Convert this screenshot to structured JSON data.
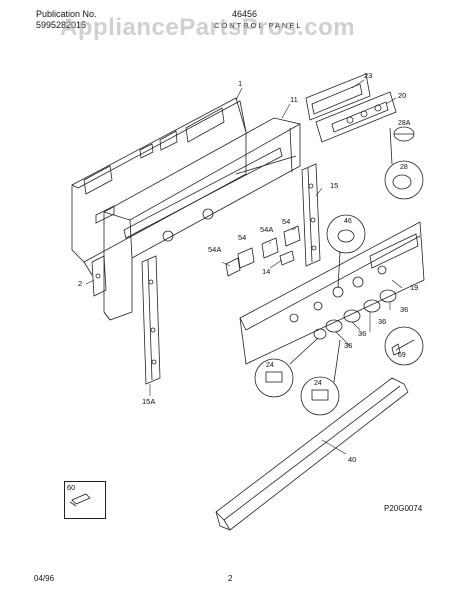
{
  "header": {
    "publication_label": "Publication No.",
    "publication_number": "5995282015",
    "model": "46456",
    "subtitle": "CONTROL PANEL"
  },
  "watermark": "AppliancePartsPros.com",
  "parts": [
    {
      "id": "1",
      "name": "part-1"
    },
    {
      "id": "11",
      "name": "part-11"
    },
    {
      "id": "23",
      "name": "part-23"
    },
    {
      "id": "20",
      "name": "part-20"
    },
    {
      "id": "28A",
      "name": "part-28a"
    },
    {
      "id": "28",
      "name": "part-28"
    },
    {
      "id": "15",
      "name": "part-15"
    },
    {
      "id": "46",
      "name": "part-46"
    },
    {
      "id": "54",
      "name": "part-54"
    },
    {
      "id": "54A",
      "name": "part-54a-upper"
    },
    {
      "id": "54",
      "name": "part-54-lower"
    },
    {
      "id": "54A",
      "name": "part-54a-lower"
    },
    {
      "id": "14",
      "name": "part-14"
    },
    {
      "id": "2",
      "name": "part-2"
    },
    {
      "id": "19",
      "name": "part-19"
    },
    {
      "id": "36",
      "name": "part-36-a"
    },
    {
      "id": "36",
      "name": "part-36-b"
    },
    {
      "id": "36",
      "name": "part-36-c"
    },
    {
      "id": "36",
      "name": "part-36-d"
    },
    {
      "id": "69",
      "name": "part-69"
    },
    {
      "id": "24",
      "name": "part-24-a"
    },
    {
      "id": "24",
      "name": "part-24-b"
    },
    {
      "id": "15A",
      "name": "part-15a"
    },
    {
      "id": "40",
      "name": "part-40"
    },
    {
      "id": "60",
      "name": "part-60"
    }
  ],
  "diagram_code": "P20G0074",
  "footer": {
    "date": "04/96",
    "page": "2"
  }
}
